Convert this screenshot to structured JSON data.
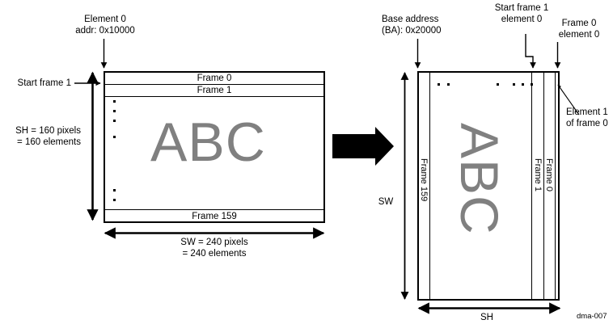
{
  "figure": {
    "id_tag": "dma-007",
    "accent_gray": "#808080",
    "line_color": "#000000",
    "background": "#ffffff"
  },
  "left_figure": {
    "callout_element0": "Element 0\naddr: 0x10000",
    "callout_start_frame1": "Start frame 1",
    "dim_vertical": "SH = 160 pixels\n= 160 elements",
    "dim_horizontal": "SW = 240 pixels\n= 240 elements",
    "frame_first": "Frame 0",
    "frame_second": "Frame 1",
    "frame_last": "Frame 159",
    "content_text": "ABC"
  },
  "right_figure": {
    "callout_base_address": "Base address\n(BA): 0x20000",
    "callout_start_frame1_el0": "Start frame 1\nelement 0",
    "callout_frame0_el0": "Frame 0\nelement 0",
    "callout_element1_frame0": "Element 1\nof frame 0",
    "dim_vertical": "SW",
    "dim_horizontal": "SH",
    "frame_first": "Frame 0",
    "frame_second": "Frame 1",
    "frame_last": "Frame 159",
    "content_text": "ABC"
  },
  "transform_arrow": {
    "name": "transformation-arrow",
    "direction": "right"
  }
}
